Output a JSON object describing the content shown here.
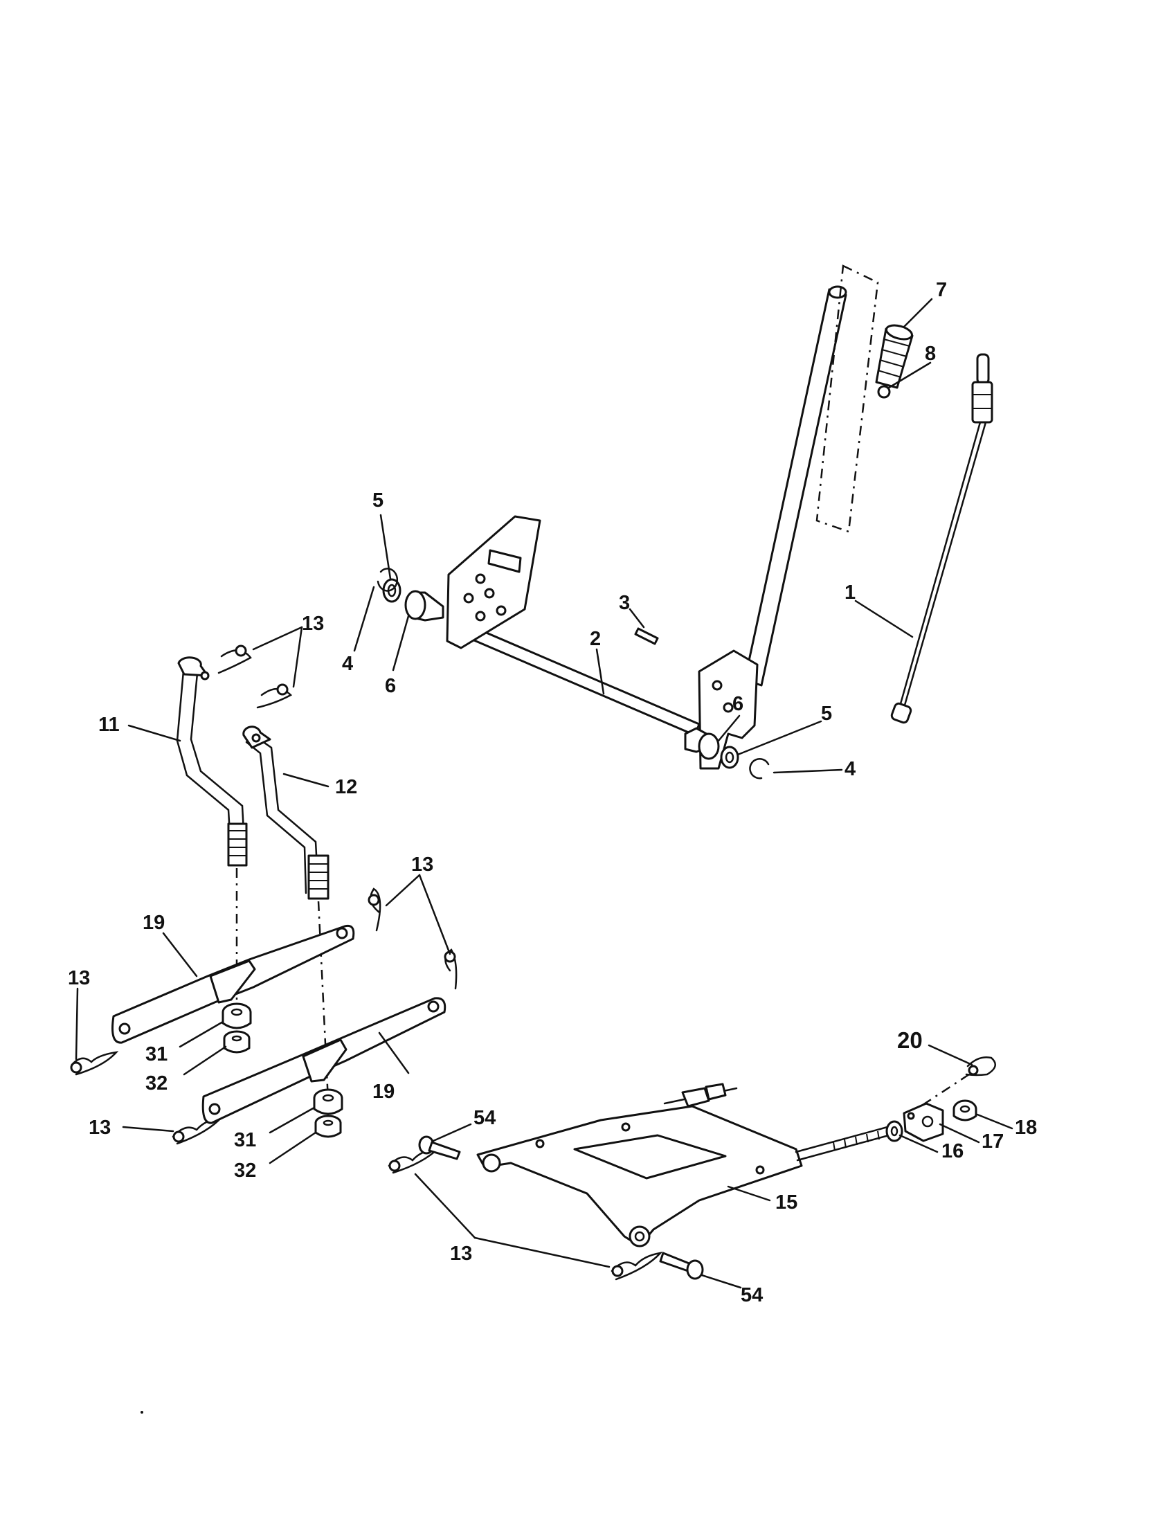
{
  "callouts": {
    "c1": "1",
    "c2": "2",
    "c3": "3",
    "c4a": "4",
    "c4b": "4",
    "c5a": "5",
    "c5b": "5",
    "c6a": "6",
    "c6b": "6",
    "c7": "7",
    "c8": "8",
    "c11": "11",
    "c12": "12",
    "c13a": "13",
    "c13b": "13",
    "c13c": "13",
    "c13d": "13",
    "c13e": "13",
    "c15": "15",
    "c16": "16",
    "c17": "17",
    "c18": "18",
    "c19a": "19",
    "c19b": "19",
    "c20": "20",
    "c31a": "31",
    "c31b": "31",
    "c32a": "32",
    "c32b": "32",
    "c54a": "54",
    "c54b": "54"
  },
  "colors": {
    "line": "#111111",
    "background": "#ffffff"
  }
}
